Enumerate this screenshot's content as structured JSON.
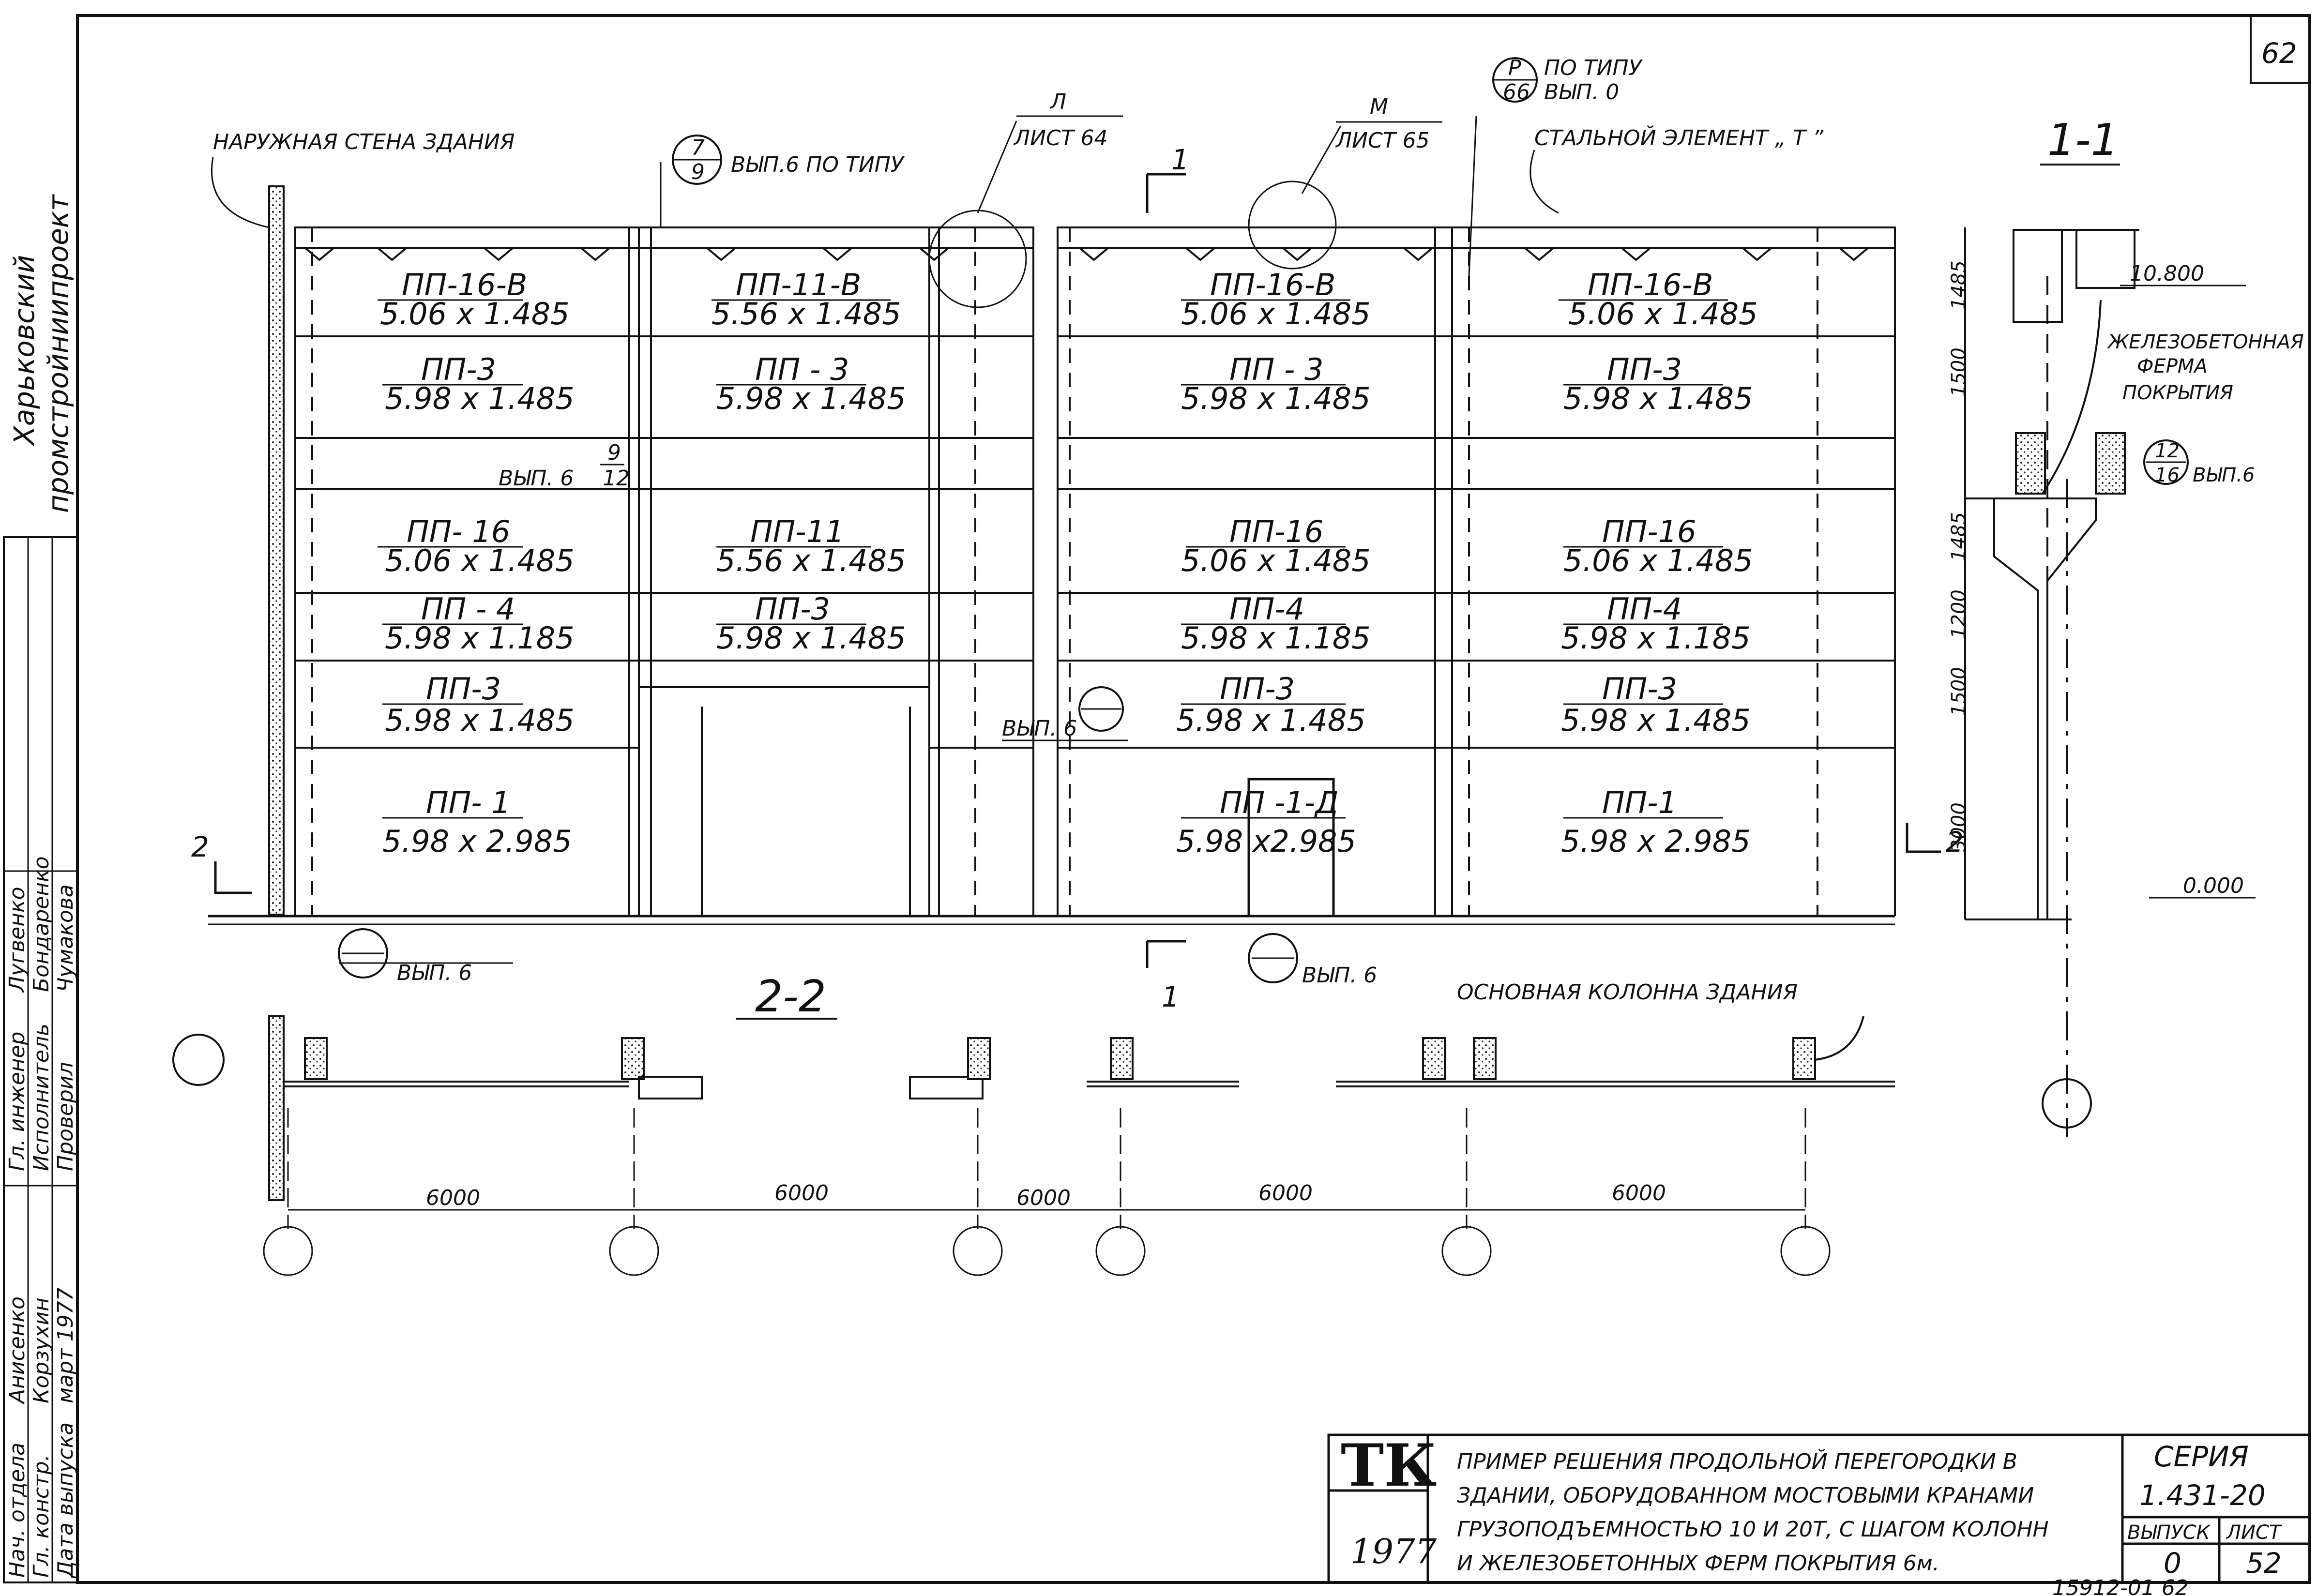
{
  "page_number": "62",
  "side_stamp": {
    "org_line1": "Харьковский",
    "org_line2": "промстройниипроект",
    "rows": [
      [
        "Нач. отдела",
        "Анисенко"
      ],
      [
        "Гл. констр.",
        "Корзухин"
      ],
      [
        "Гл. инженер",
        "Лугвенко"
      ],
      [
        "Исполнитель",
        "Бондаренко"
      ],
      [
        "Проверил",
        "Чумакова"
      ],
      [
        "Дата выпуска",
        "март 1977"
      ]
    ]
  },
  "callouts": {
    "outer_wall": "НАРУЖНАЯ СТЕНА ЗДАНИЯ",
    "ref_7_9_num": "7",
    "ref_7_9_den": "9",
    "ref_7_9_text": "ВЫП.6 ПО ТИПУ",
    "l_letter": "Л",
    "l_sheet": "ЛИСТ 64",
    "m_letter": "М",
    "m_sheet": "ЛИСТ 65",
    "p_num": "Р",
    "p_den": "66",
    "p_text1": "ПО ТИПУ",
    "p_text2": "ВЫП. 0",
    "steel_element": "СТАЛЬНОЙ ЭЛЕМЕНТ „ Т ”",
    "main_column": "ОСНОВНАЯ КОЛОННА ЗДАНИЯ",
    "vyp6_a": "ВЫП. 6",
    "ref_9_12_num": "9",
    "ref_9_12_den": "12",
    "ref_1_1": "ВЫП. 6",
    "ref_2_1": "ВЫП. 6",
    "ref_3_2": "ВЫП. 6",
    "ref_12_16": "ВЫП.6"
  },
  "section_labels": {
    "s11": "1-1",
    "s22": "2-2",
    "cut1": "1",
    "cut2": "2"
  },
  "panels": [
    {
      "name": "ПП-16-В",
      "size": "5.06 х 1.485"
    },
    {
      "name": "ПП-11-В",
      "size": "5.56 х 1.485"
    },
    {
      "name": "ПП-16-В",
      "size": "5.06 х 1.485"
    },
    {
      "name": "ПП-16-В",
      "size": "5.06 х 1.485"
    },
    {
      "name": "ПП-3",
      "size": "5.98 х 1.485"
    },
    {
      "name": "ПП - 3",
      "size": "5.98 х 1.485"
    },
    {
      "name": "ПП - 3",
      "size": "5.98 х 1.485"
    },
    {
      "name": "ПП-3",
      "size": "5.98 х 1.485"
    },
    {
      "name": "ПП- 16",
      "size": "5.06 х 1.485"
    },
    {
      "name": "ПП-11",
      "size": "5.56 х 1.485"
    },
    {
      "name": "ПП-16",
      "size": "5.06 х 1.485"
    },
    {
      "name": "ПП-16",
      "size": "5.06 х 1.485"
    },
    {
      "name": "ПП - 4",
      "size": "5.98 х 1.185"
    },
    {
      "name": "ПП-3",
      "size": "5.98 х 1.485"
    },
    {
      "name": "ПП-4",
      "size": "5.98 х 1.185"
    },
    {
      "name": "ПП-4",
      "size": "5.98 х 1.185"
    },
    {
      "name": "ПП-3",
      "size": "5.98 х 1.485"
    },
    {
      "name": "ПП-3",
      "size": "5.98 х 1.485"
    },
    {
      "name": "ПП-3",
      "size": "5.98 х 1.485"
    },
    {
      "name": "ПП- 1",
      "size": "5.98 х 2.985"
    },
    {
      "name": "ПП -1-Д",
      "size": "5.98 х2.985"
    },
    {
      "name": "ПП-1",
      "size": "5.98 х 2.985"
    }
  ],
  "section_1_1": {
    "elev_top": "10.800",
    "elev_bottom": "0.000",
    "truss_note_1": "ЖЕЛЕЗОБЕТОННАЯ",
    "truss_note_2": "ФЕРМА",
    "truss_note_3": "ПОКРЫТИЯ",
    "dims": [
      "1485",
      "1500",
      "1485",
      "1200",
      "1500",
      "3000"
    ]
  },
  "spans": [
    "6000",
    "6000",
    "6000",
    "6000",
    "6000"
  ],
  "title_block": {
    "logo": "ТК",
    "year": "1977",
    "desc": [
      "ПРИМЕР РЕШЕНИЯ ПРОДОЛЬНОЙ ПЕРЕГОРОДКИ В",
      "ЗДАНИИ, ОБОРУДОВАННОМ МОСТОВЫМИ КРАНАМИ",
      "ГРУЗОПОДЪЕМНОСТЬЮ 10 И 20Т, С ШАГОМ КОЛОНН",
      "И ЖЕЛЕЗОБЕТОННЫХ ФЕРМ ПОКРЫТИЯ 6м."
    ],
    "series_label": "СЕРИЯ",
    "series_value": "1.431-20",
    "issue_label": "ВЫПУСК",
    "sheet_label": "ЛИСТ",
    "issue_value": "0",
    "sheet_value": "52"
  },
  "footer_code": "15912-01 62"
}
